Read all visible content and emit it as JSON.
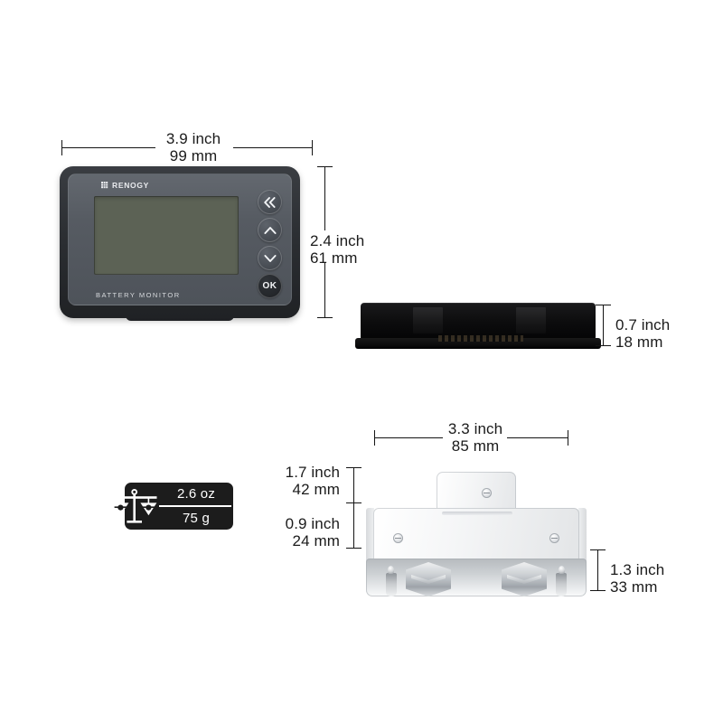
{
  "product": {
    "brand": "RENOGY",
    "device_label": "BATTERY MONITOR",
    "buttons": [
      {
        "name": "back",
        "glyph": "double-chevron-left"
      },
      {
        "name": "up",
        "glyph": "chevron-up"
      },
      {
        "name": "down",
        "glyph": "chevron-down"
      },
      {
        "name": "ok",
        "glyph": "text",
        "label": "OK"
      }
    ]
  },
  "dimensions": {
    "front_width": {
      "imperial": "3.9 inch",
      "metric": "99 mm"
    },
    "front_height": {
      "imperial": "2.4 inch",
      "metric": "61 mm"
    },
    "side_depth": {
      "imperial": "0.7 inch",
      "metric": "18 mm"
    },
    "bracket_width": {
      "imperial": "3.3 inch",
      "metric": "85 mm"
    },
    "bracket_upper_height": {
      "imperial": "1.7 inch",
      "metric": "42 mm"
    },
    "bracket_lower_height": {
      "imperial": "0.9 inch",
      "metric": "24 mm"
    },
    "bracket_depth": {
      "imperial": "1.3 inch",
      "metric": "33 mm"
    }
  },
  "weight": {
    "icon": "balance-scale-icon",
    "imperial": "2.6 oz",
    "metric": "75 g"
  },
  "colors": {
    "background": "#ffffff",
    "line": "#141414",
    "text": "#1b1b1b",
    "badge_bg": "#1c1c1c",
    "bezel": "#2c2f33",
    "face": "#565b62",
    "lcd": "#5c6255",
    "case_black": "#0c0c0d",
    "bracket": "#f2f3f4"
  }
}
